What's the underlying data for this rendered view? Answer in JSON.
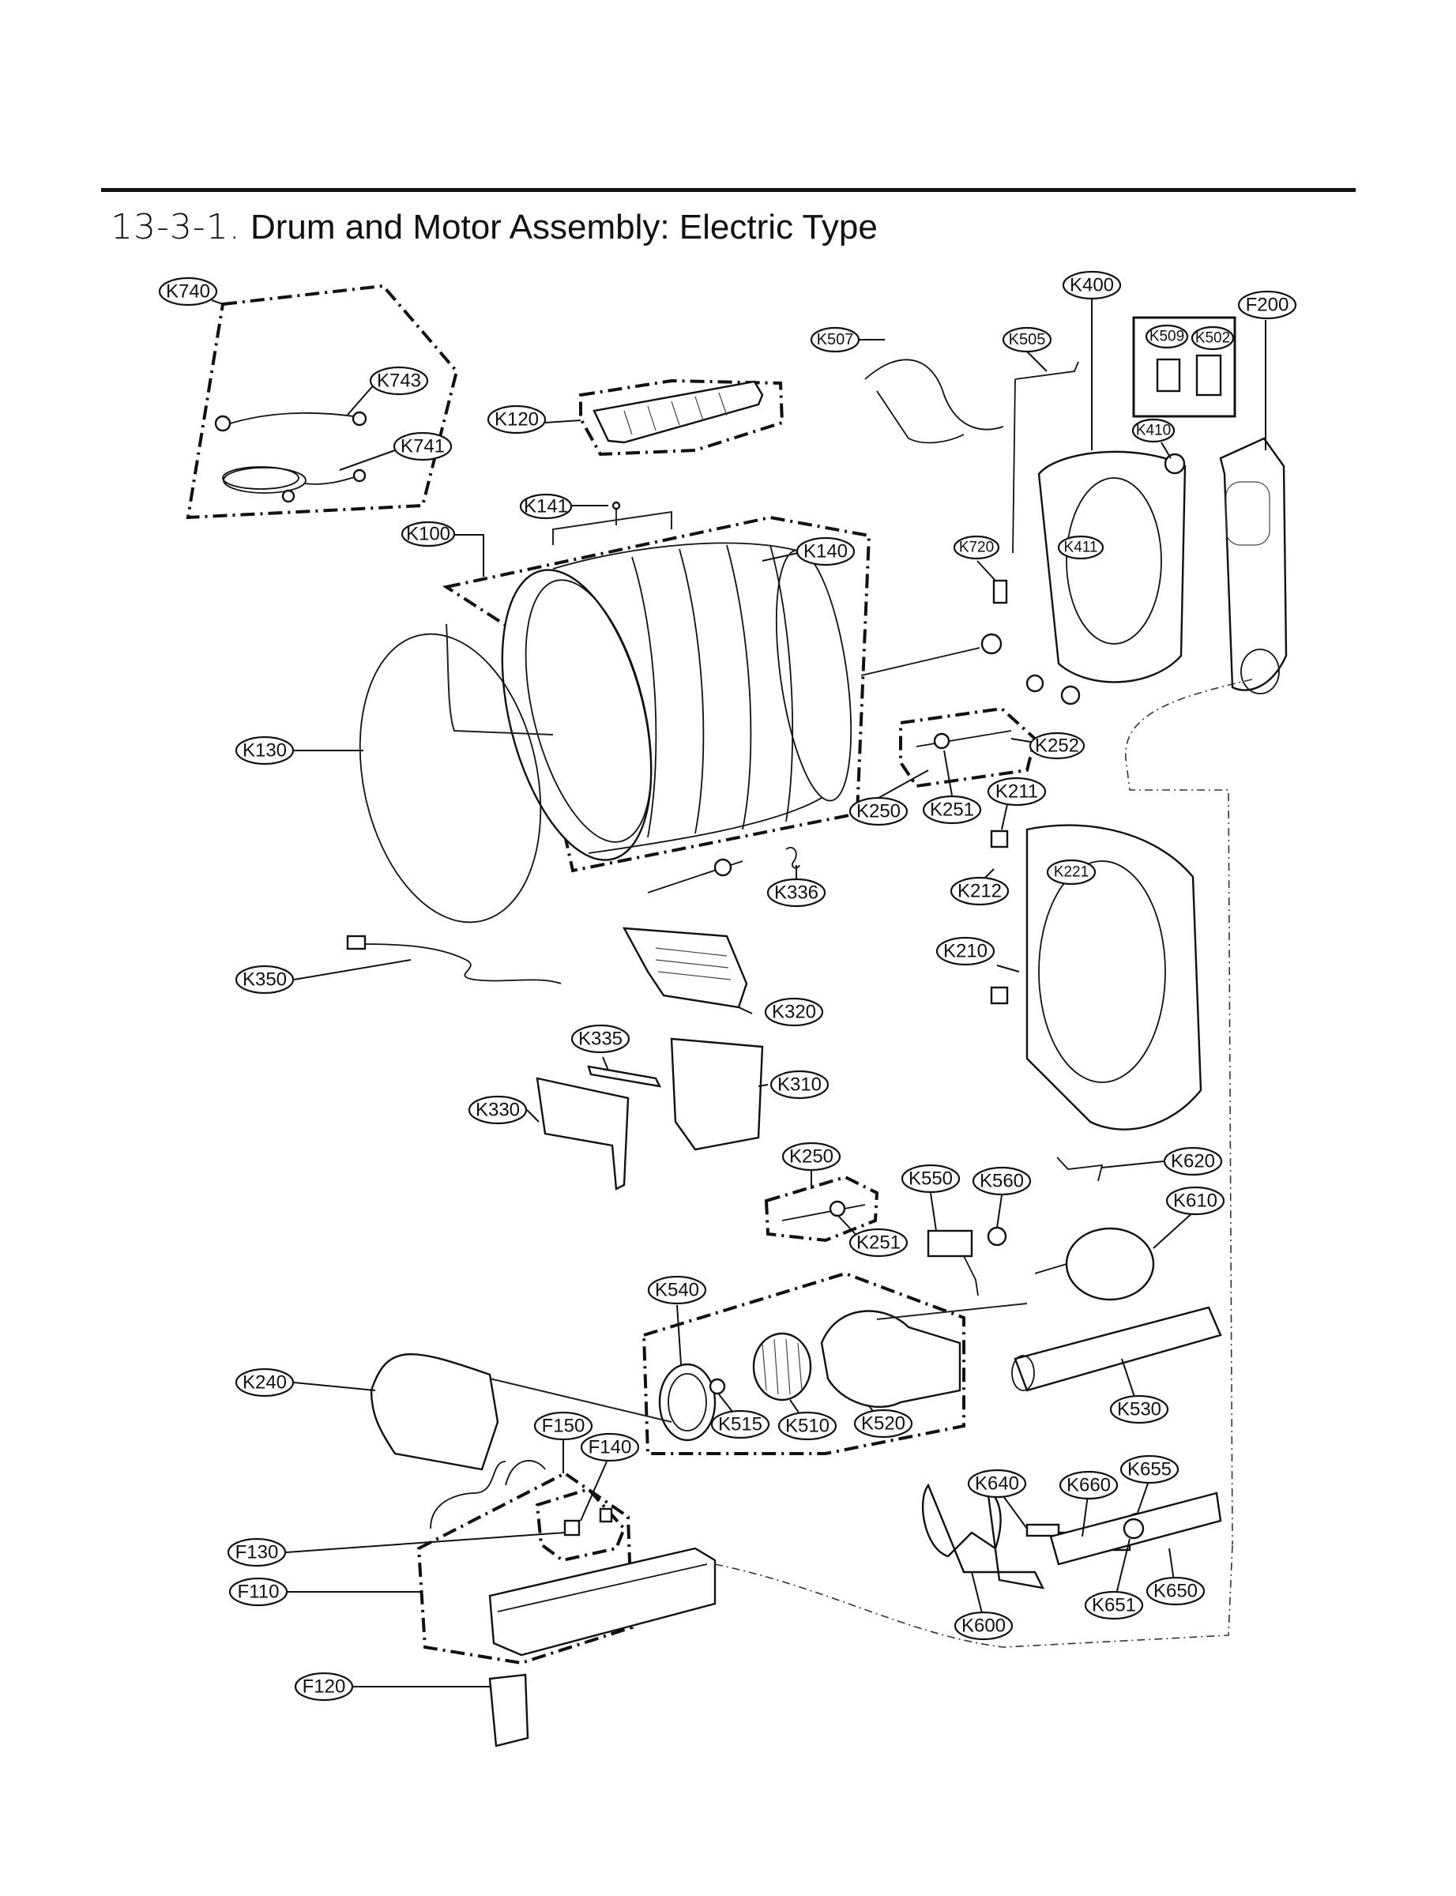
{
  "header": {
    "section_number": "13-3-1.",
    "section_title": "Drum and Motor Assembly: Electric Type"
  },
  "callouts": [
    {
      "id": "K740",
      "label": "K740"
    },
    {
      "id": "K743",
      "label": "K743"
    },
    {
      "id": "K741",
      "label": "K741"
    },
    {
      "id": "K120",
      "label": "K120"
    },
    {
      "id": "K141",
      "label": "K141"
    },
    {
      "id": "K100",
      "label": "K100"
    },
    {
      "id": "K140",
      "label": "K140"
    },
    {
      "id": "K130",
      "label": "K130"
    },
    {
      "id": "K507",
      "label": "K507"
    },
    {
      "id": "K505",
      "label": "K505"
    },
    {
      "id": "K400",
      "label": "K400"
    },
    {
      "id": "K509",
      "label": "K509"
    },
    {
      "id": "K502",
      "label": "K502"
    },
    {
      "id": "F200",
      "label": "F200"
    },
    {
      "id": "K410",
      "label": "K410"
    },
    {
      "id": "K720",
      "label": "K720"
    },
    {
      "id": "K411",
      "label": "K411"
    },
    {
      "id": "K252",
      "label": "K252"
    },
    {
      "id": "K250a",
      "label": "K250"
    },
    {
      "id": "K251a",
      "label": "K251"
    },
    {
      "id": "K211",
      "label": "K211"
    },
    {
      "id": "K221",
      "label": "K221"
    },
    {
      "id": "K212",
      "label": "K212"
    },
    {
      "id": "K336",
      "label": "K336"
    },
    {
      "id": "K350",
      "label": "K350"
    },
    {
      "id": "K210",
      "label": "K210"
    },
    {
      "id": "K320",
      "label": "K320"
    },
    {
      "id": "K335",
      "label": "K335"
    },
    {
      "id": "K310",
      "label": "K310"
    },
    {
      "id": "K330",
      "label": "K330"
    },
    {
      "id": "K250b",
      "label": "K250"
    },
    {
      "id": "K550",
      "label": "K550"
    },
    {
      "id": "K560",
      "label": "K560"
    },
    {
      "id": "K620",
      "label": "K620"
    },
    {
      "id": "K610",
      "label": "K610"
    },
    {
      "id": "K251b",
      "label": "K251"
    },
    {
      "id": "K540",
      "label": "K540"
    },
    {
      "id": "K240",
      "label": "K240"
    },
    {
      "id": "K515",
      "label": "K515"
    },
    {
      "id": "K510",
      "label": "K510"
    },
    {
      "id": "K520",
      "label": "K520"
    },
    {
      "id": "K530",
      "label": "K530"
    },
    {
      "id": "F150",
      "label": "F150"
    },
    {
      "id": "F140",
      "label": "F140"
    },
    {
      "id": "K640",
      "label": "K640"
    },
    {
      "id": "K660",
      "label": "K660"
    },
    {
      "id": "K655",
      "label": "K655"
    },
    {
      "id": "F130",
      "label": "F130"
    },
    {
      "id": "F110",
      "label": "F110"
    },
    {
      "id": "K651",
      "label": "K651"
    },
    {
      "id": "K650",
      "label": "K650"
    },
    {
      "id": "K600",
      "label": "K600"
    },
    {
      "id": "F120",
      "label": "F120"
    }
  ]
}
